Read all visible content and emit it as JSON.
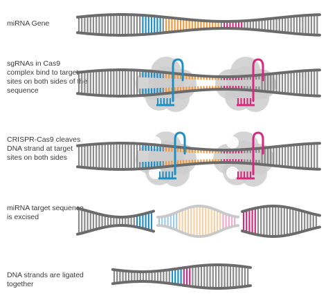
{
  "colors": {
    "backbone": "#6b6b6b",
    "rungs": "#8a8a8a",
    "blue": "#1e8fc4",
    "orange": "#f29a3c",
    "magenta": "#d62a7f",
    "cas9": "#cdcdcd",
    "blue_light": "#9ccce3",
    "orange_light": "#f7cfa6",
    "magenta_light": "#eeaacb"
  },
  "steps": [
    {
      "label": "miRNA Gene"
    },
    {
      "label": "sgRNAs in Cas9 complex bind to target sites on both sides of the sequence"
    },
    {
      "label": "CRISPR-Cas9 cleaves DNA strand at target sites on both sides"
    },
    {
      "label": "miRNA target sequence is excised"
    },
    {
      "label": "DNA strands are ligated together"
    }
  ]
}
